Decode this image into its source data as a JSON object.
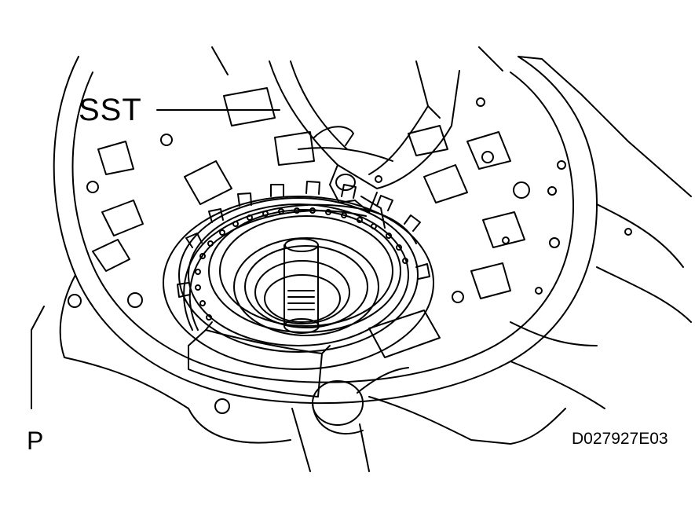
{
  "figure": {
    "callout_label": "SST",
    "view_letter": "P",
    "figure_code": "D027927E03"
  },
  "colors": {
    "line": "#000000",
    "background": "#ffffff"
  }
}
